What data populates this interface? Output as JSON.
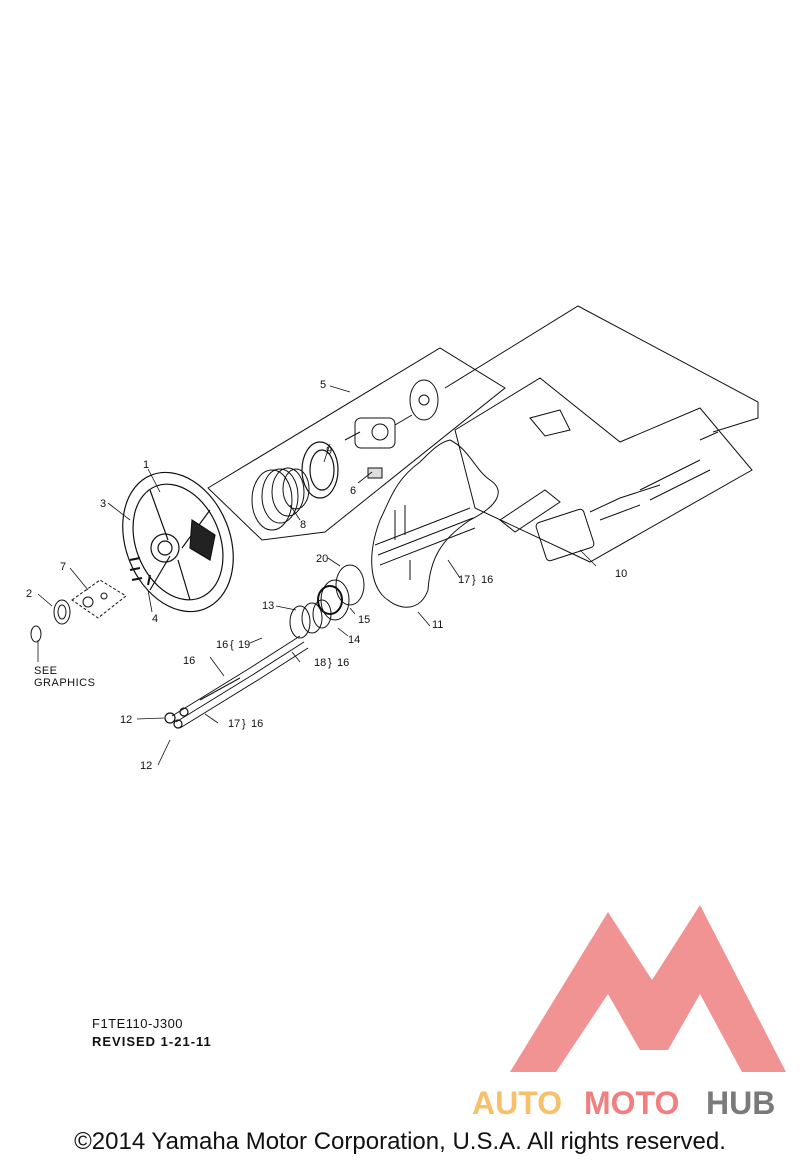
{
  "drawing": {
    "part_code": "F1TE110-J300",
    "revised": "REVISED 1-21-11",
    "see_graphics": [
      "SEE",
      "GRAPHICS"
    ]
  },
  "callouts": {
    "c1": "1",
    "c2": "2",
    "c3": "3",
    "c4": "4",
    "c5": "5",
    "c6": "6",
    "c7": "7",
    "c8": "8",
    "c9": "9",
    "c10": "10",
    "c11": "11",
    "c12a": "12",
    "c12b": "12",
    "c13": "13",
    "c14": "14",
    "c15": "15",
    "c16a": "16",
    "c16b": "16",
    "c16c": "16",
    "c16d": "16",
    "c16e": "16",
    "c17a": "17",
    "c17b": "17",
    "c18": "18",
    "c19": "19",
    "c20": "20"
  },
  "watermark": {
    "auto": "AUTO",
    "moto": "MOTO",
    "hub": "HUB"
  },
  "colors": {
    "ink": "#111111",
    "watermark_red": "#f08080",
    "watermark_orange": "#f6c16a",
    "watermark_gray": "#7a7a7a"
  },
  "copyright": "©2014 Yamaha Motor Corporation, U.S.A. All rights reserved."
}
